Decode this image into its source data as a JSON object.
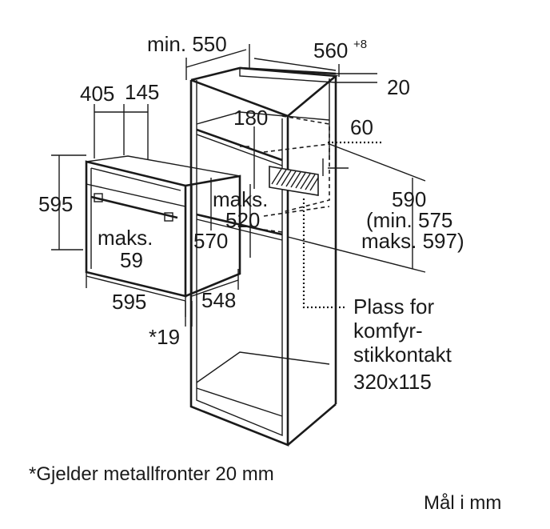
{
  "labels": {
    "min_width": "min. 550",
    "cabinet_width": "560",
    "cabinet_width_tol": "+8",
    "back_gap": "20",
    "depth_405": "405",
    "depth_145": "145",
    "top_180": "180",
    "side_60": "60",
    "oven_height": "595",
    "niche_height": "590",
    "niche_min": "(min.  575",
    "niche_max": "maks. 597)",
    "maks_520_a": "maks.",
    "maks_520_b": "520",
    "maks_59_a": "maks.",
    "maks_59_b": "59",
    "depth_570": "570",
    "oven_width": "595",
    "depth_548": "548",
    "front_19": "*19"
  },
  "socket_note": {
    "line1": "Plass for",
    "line2": "komfyr-",
    "line3": "stikkontakt",
    "line4": "320x115"
  },
  "footnote": "*Gjelder metallfronter 20 mm",
  "units_note": "Mål i mm"
}
